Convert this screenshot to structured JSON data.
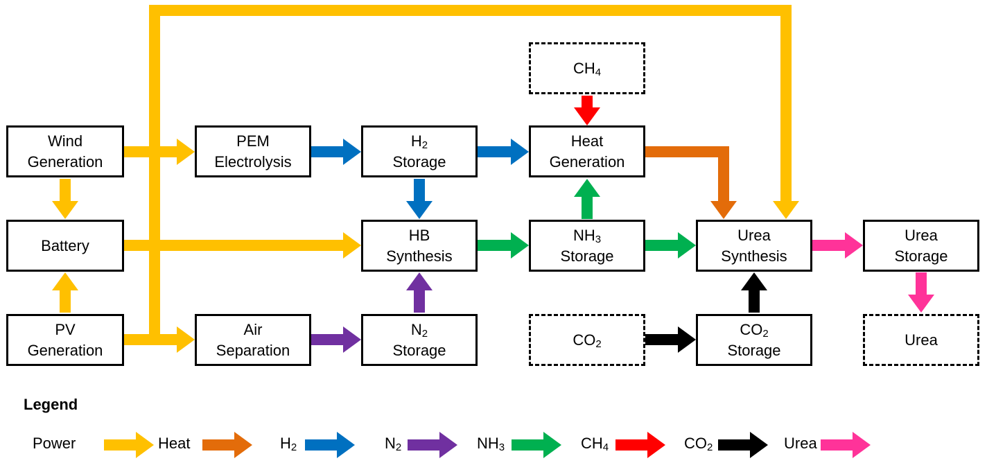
{
  "colors": {
    "power": "#FFC000",
    "heat": "#E36C0A",
    "h2": "#0070C0",
    "n2": "#7030A0",
    "nh3": "#00B050",
    "ch4": "#FF0000",
    "co2": "#000000",
    "urea": "#FF3399"
  },
  "nodes": {
    "wind": {
      "line1": "Wind",
      "line2": "Generation"
    },
    "battery": {
      "line1": "Battery"
    },
    "pv": {
      "line1": "PV",
      "line2": "Generation"
    },
    "pem": {
      "line1": "PEM",
      "line2": "Electrolysis"
    },
    "air": {
      "line1": "Air",
      "line2": "Separation"
    },
    "h2_storage": {
      "line1_main": "H",
      "line1_sub": "2",
      "line2": "Storage"
    },
    "hb": {
      "line1": "HB",
      "line2": "Synthesis"
    },
    "n2_storage": {
      "line1_main": "N",
      "line1_sub": "2",
      "line2": "Storage"
    },
    "ch4_source": {
      "main": "CH",
      "sub": "4"
    },
    "heat_gen": {
      "line1": "Heat",
      "line2": "Generation"
    },
    "nh3_storage": {
      "line1_main": "NH",
      "line1_sub": "3",
      "line2": "Storage"
    },
    "co2_source": {
      "main": "CO",
      "sub": "2"
    },
    "urea_synth": {
      "line1": "Urea",
      "line2": "Synthesis"
    },
    "co2_storage": {
      "line1_main": "CO",
      "line1_sub": "2",
      "line2": "Storage"
    },
    "urea_storage": {
      "line1": "Urea",
      "line2": "Storage"
    },
    "urea_out": {
      "line1": "Urea"
    }
  },
  "legend": {
    "title": "Legend",
    "items": [
      {
        "key": "power",
        "main": "Power",
        "sub": ""
      },
      {
        "key": "heat",
        "main": "Heat",
        "sub": ""
      },
      {
        "key": "h2",
        "main": "H",
        "sub": "2"
      },
      {
        "key": "n2",
        "main": "N",
        "sub": "2"
      },
      {
        "key": "nh3",
        "main": "NH",
        "sub": "3"
      },
      {
        "key": "ch4",
        "main": "CH",
        "sub": "4"
      },
      {
        "key": "co2",
        "main": "CO",
        "sub": "2"
      },
      {
        "key": "urea",
        "main": "Urea",
        "sub": ""
      }
    ]
  }
}
